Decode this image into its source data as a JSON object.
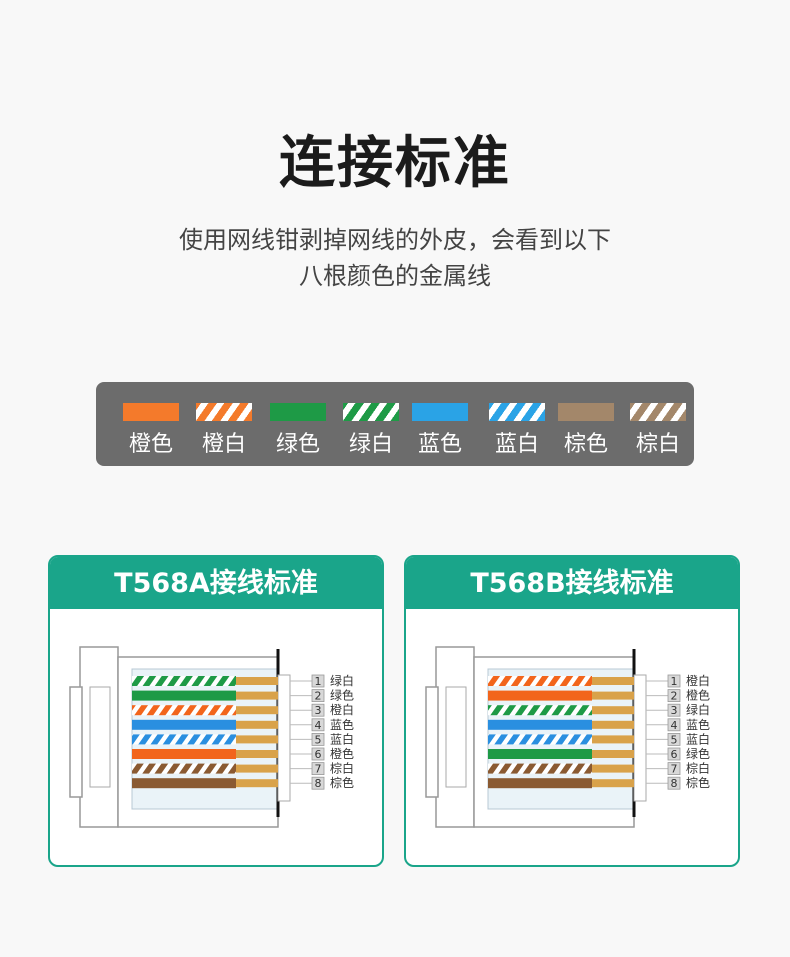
{
  "title": "连接标准",
  "subtitle": {
    "line1": "使用网线钳剥掉网线的外皮，会看到以下",
    "line2": "八根颜色的金属线"
  },
  "legend": [
    {
      "label": "橙色",
      "color": "#f47a2b",
      "striped": false
    },
    {
      "label": "橙白",
      "color": "#f47a2b",
      "striped": true
    },
    {
      "label": "绿色",
      "color": "#1e9a46",
      "striped": false
    },
    {
      "label": "绿白",
      "color": "#1e9a46",
      "striped": true
    },
    {
      "label": "蓝色",
      "color": "#2aa3e6",
      "striped": false
    },
    {
      "label": "蓝白",
      "color": "#2aa3e6",
      "striped": true
    },
    {
      "label": "棕色",
      "color": "#a3876a",
      "striped": false
    },
    {
      "label": "棕白",
      "color": "#a3876a",
      "striped": true
    }
  ],
  "colors": {
    "accent": "#1aa58a",
    "wire_orange": "#f2651c",
    "wire_green": "#1e9a46",
    "wire_blue": "#2a8fe0",
    "wire_brown": "#8a5a32",
    "copper": "#d9a24a"
  },
  "standards": [
    {
      "title": "T568A接线标准",
      "pins": [
        {
          "num": "1",
          "label": "绿白",
          "color": "green",
          "striped": true
        },
        {
          "num": "2",
          "label": "绿色",
          "color": "green",
          "striped": false
        },
        {
          "num": "3",
          "label": "橙白",
          "color": "orange",
          "striped": true
        },
        {
          "num": "4",
          "label": "蓝色",
          "color": "blue",
          "striped": false
        },
        {
          "num": "5",
          "label": "蓝白",
          "color": "blue",
          "striped": true
        },
        {
          "num": "6",
          "label": "橙色",
          "color": "orange",
          "striped": false
        },
        {
          "num": "7",
          "label": "棕白",
          "color": "brown",
          "striped": true
        },
        {
          "num": "8",
          "label": "棕色",
          "color": "brown",
          "striped": false
        }
      ]
    },
    {
      "title": "T568B接线标准",
      "pins": [
        {
          "num": "1",
          "label": "橙白",
          "color": "orange",
          "striped": true
        },
        {
          "num": "2",
          "label": "橙色",
          "color": "orange",
          "striped": false
        },
        {
          "num": "3",
          "label": "绿白",
          "color": "green",
          "striped": true
        },
        {
          "num": "4",
          "label": "蓝色",
          "color": "blue",
          "striped": false
        },
        {
          "num": "5",
          "label": "蓝白",
          "color": "blue",
          "striped": true
        },
        {
          "num": "6",
          "label": "绿色",
          "color": "green",
          "striped": false
        },
        {
          "num": "7",
          "label": "棕白",
          "color": "brown",
          "striped": true
        },
        {
          "num": "8",
          "label": "棕色",
          "color": "brown",
          "striped": false
        }
      ]
    }
  ]
}
